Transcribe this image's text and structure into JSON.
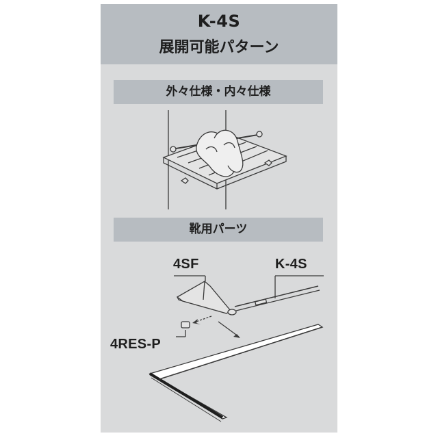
{
  "header": {
    "model": "K-4S",
    "pattern": "展開可能パターン"
  },
  "sections": {
    "spec": "外々仕様・内々仕様",
    "parts": "靴用パーツ"
  },
  "labels": {
    "part_4sf": "4SF",
    "part_k4s": "K-4S",
    "part_4res": "4RES-P"
  },
  "colors": {
    "card_bg": "#d9dadb",
    "band_bg": "#b7bcc1",
    "line": "#3a3a3a"
  }
}
